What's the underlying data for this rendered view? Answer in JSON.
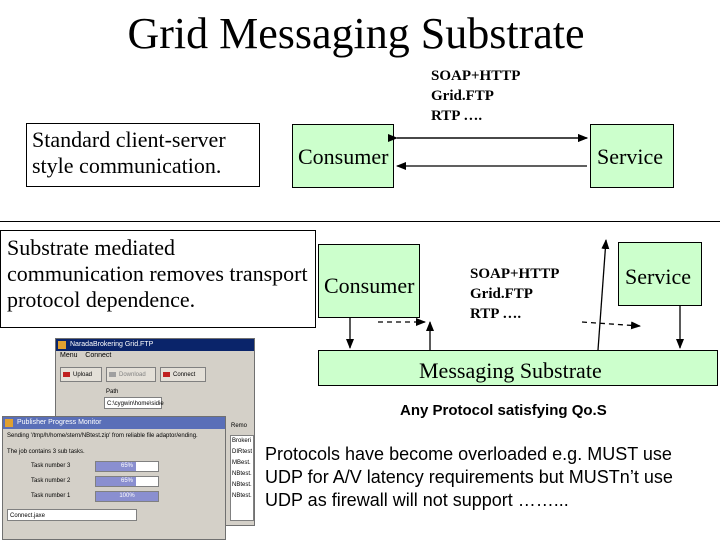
{
  "title": "Grid Messaging Substrate",
  "top": {
    "description": "Standard client-server style communication.",
    "consumer_label": "Consumer",
    "service_label": "Service",
    "protocols": [
      "SOAP+HTTP",
      "Grid.FTP",
      "RTP …."
    ]
  },
  "bottom": {
    "description": "Substrate mediated communication removes transport protocol dependence.",
    "consumer_label": "Consumer",
    "service_label": "Service",
    "protocols": [
      "SOAP+HTTP",
      "Grid.FTP",
      "RTP …."
    ],
    "substrate_label": "Messaging Substrate",
    "any_protocol": "Any Protocol satisfying Qo.S",
    "note": "Protocols have become overloaded e.g. MUST use UDP for A/V latency requirements but MUSTn’t use UDP as firewall will not support ……..."
  },
  "screenshot": {
    "back_window": {
      "title": "NaradaBrokering Grid.FTP",
      "menu": [
        "Menu",
        "Connect"
      ],
      "buttons": [
        "Upload",
        "Download",
        "Connect"
      ],
      "path_label": "Path",
      "path_value": "C:\\cygwin\\home\\sidie",
      "remote_label": "Remo",
      "remote_items": [
        "Brokeri",
        "DIRtest",
        "MBest.",
        "NBtest.",
        "NBtest.",
        "NBtest."
      ]
    },
    "front_window": {
      "title": "Publisher Progress Monitor",
      "line1": "Sending '/tmp/h/home/stern/NBtest.zip' from reliable file adaptor/ending.",
      "line2": "The job contains 3 sub tasks.",
      "tasks": [
        {
          "label": "Task number 3",
          "percent": "65%",
          "fraction": 0.65
        },
        {
          "label": "Task number 2",
          "percent": "65%",
          "fraction": 0.65
        },
        {
          "label": "Task number 1",
          "percent": "100%",
          "fraction": 1.0
        }
      ],
      "input_value": "Connect.jaxe"
    }
  }
}
